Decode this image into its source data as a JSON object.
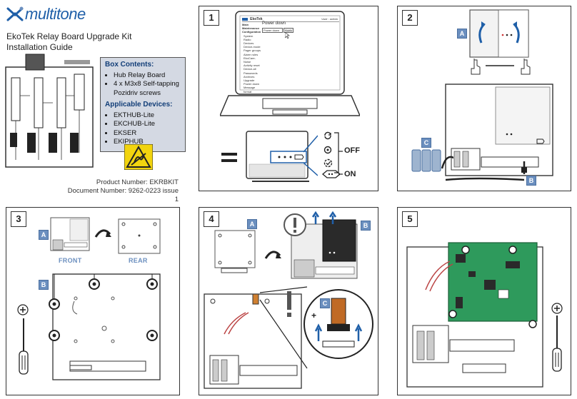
{
  "brand": {
    "logo_text": "multitone"
  },
  "document": {
    "title_line1": "EkoTek Relay Board Upgrade Kit",
    "title_line2": "Installation Guide",
    "product_number": "Product Number: EKRBKIT",
    "document_number": "Document Number: 9262-0223 issue 1"
  },
  "box_contents": {
    "heading": "Box Contents:",
    "items": [
      "Hub Relay Board",
      "4 x M3x8 Self-tapping Pozidriv screws"
    ],
    "devices_heading": "Applicable Devices:",
    "devices": [
      "EKTHUB-Lite",
      "EKCHUB-Lite",
      "EKSER",
      "EKIPHUB"
    ]
  },
  "steps": {
    "s1": {
      "number": "1"
    },
    "s2": {
      "number": "2"
    },
    "s3": {
      "number": "3"
    },
    "s4": {
      "number": "4"
    },
    "s5": {
      "number": "5"
    }
  },
  "laptop_screen": {
    "app_title": "EkoTek",
    "user_label": "User : admin",
    "heading": "Power down",
    "select_value": "Power down",
    "apply_label": "Apply",
    "menu": [
      "Main",
      "Maintenance",
      "Configuration",
      "System",
      "Radio",
      "Devices",
      "Device-mode",
      "Pager groups",
      "Alarm rules",
      "EkoCare-Noise",
      "Activity reset",
      "Device-all",
      "Passwords",
      "Archives",
      "Upgrade",
      "Power down",
      "Message format"
    ]
  },
  "step1_labels": {
    "off": "OFF",
    "on": "ON"
  },
  "tags": {
    "a": "A",
    "b": "B",
    "c": "C"
  },
  "step3_labels": {
    "front": "FRONT",
    "rear": "REAR"
  },
  "icons": [
    "multitone-logo-icon",
    "esd-warning-icon",
    "refresh-icon",
    "power-icon",
    "settings-check-icon",
    "hand-press-icon",
    "screwdriver-icon",
    "screw-head-icon",
    "warning-icon",
    "arrow-up-icon",
    "rotate-arrow-icon"
  ],
  "colors": {
    "brand": "#1f5fa8",
    "tag": "#6b8fbf",
    "board_green": "#2e9a5c",
    "contents_bg": "#d4d9e3",
    "esd_yellow": "#f2d40f"
  }
}
